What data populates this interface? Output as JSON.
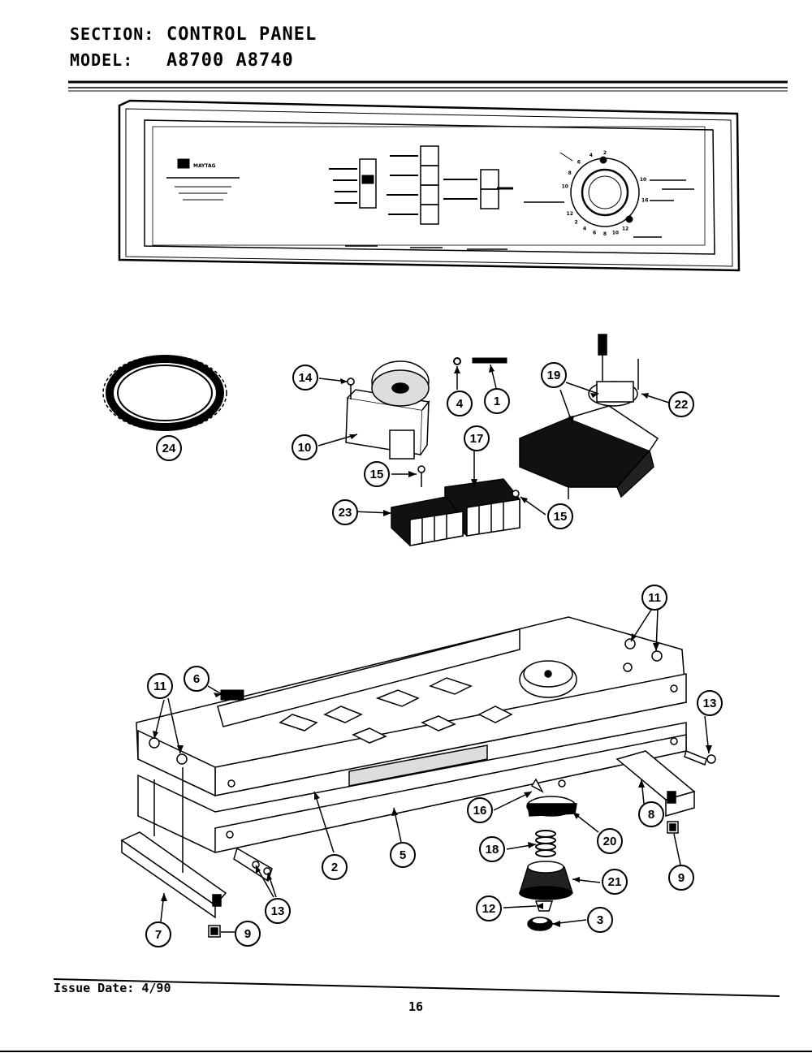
{
  "header": {
    "section_label": "SECTION:",
    "section_value": "CONTROL PANEL",
    "model_label": "MODEL:",
    "model_value": "A8700   A8740"
  },
  "footer": {
    "issue_date": "Issue Date: 4/90",
    "page_number": "16"
  },
  "callouts": [
    {
      "id": "c1",
      "label": "1"
    },
    {
      "id": "c2",
      "label": "2"
    },
    {
      "id": "c3",
      "label": "3"
    },
    {
      "id": "c4",
      "label": "4"
    },
    {
      "id": "c5",
      "label": "5"
    },
    {
      "id": "c6",
      "label": "6"
    },
    {
      "id": "c7",
      "label": "7"
    },
    {
      "id": "c8",
      "label": "8"
    },
    {
      "id": "c9a",
      "label": "9"
    },
    {
      "id": "c9b",
      "label": "9"
    },
    {
      "id": "c10",
      "label": "10"
    },
    {
      "id": "c11a",
      "label": "11"
    },
    {
      "id": "c11b",
      "label": "11"
    },
    {
      "id": "c12",
      "label": "12"
    },
    {
      "id": "c13a",
      "label": "13"
    },
    {
      "id": "c13b",
      "label": "13"
    },
    {
      "id": "c14",
      "label": "14"
    },
    {
      "id": "c15a",
      "label": "15"
    },
    {
      "id": "c15b",
      "label": "15"
    },
    {
      "id": "c16",
      "label": "16"
    },
    {
      "id": "c17",
      "label": "17"
    },
    {
      "id": "c18",
      "label": "18"
    },
    {
      "id": "c19",
      "label": "19"
    },
    {
      "id": "c20",
      "label": "20"
    },
    {
      "id": "c21",
      "label": "21"
    },
    {
      "id": "c22",
      "label": "22"
    },
    {
      "id": "c23",
      "label": "23"
    },
    {
      "id": "c24",
      "label": "24"
    }
  ],
  "panel": {
    "brand": "MAYTAG",
    "timer_numbers": [
      "10",
      "8",
      "6",
      "4",
      "2",
      "12",
      "10",
      "8",
      "6",
      "4",
      "2",
      "12",
      "10",
      "16"
    ]
  }
}
